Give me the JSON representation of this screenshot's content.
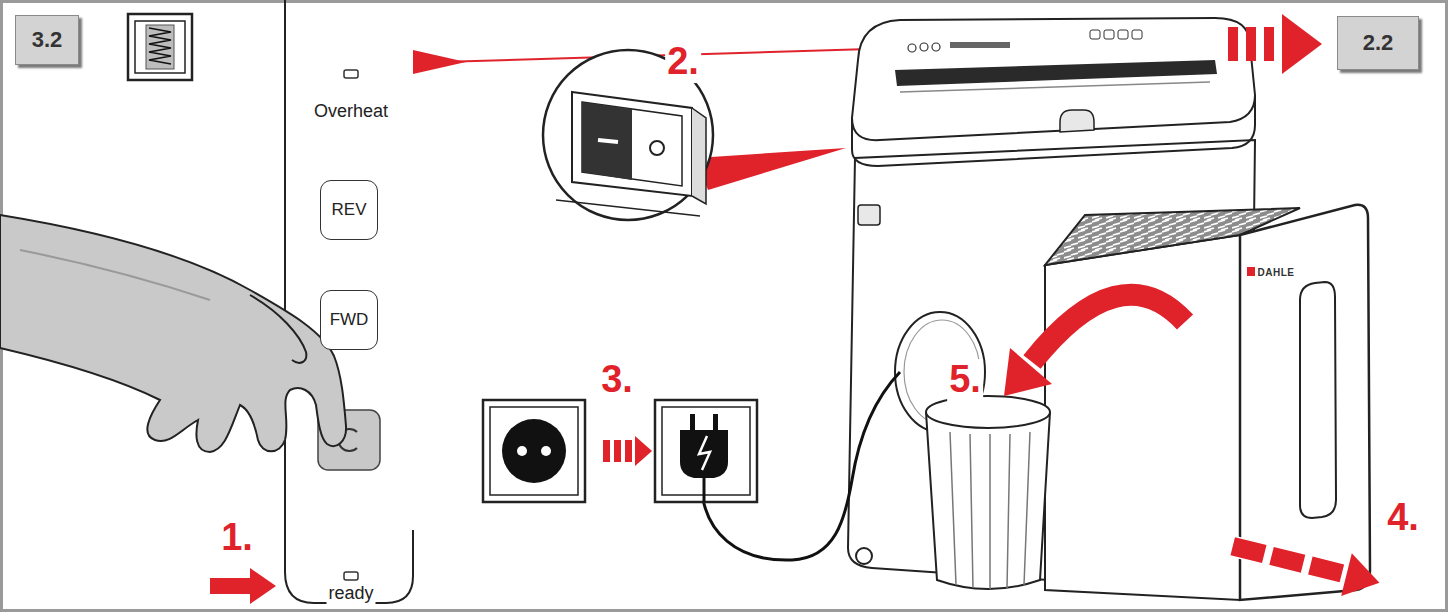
{
  "diagram": {
    "nodes": [
      {
        "text": [
          "3.2"
        ]
      },
      {
        "text": [
          "REV"
        ]
      },
      {
        "text": [
          "FWD"
        ]
      },
      {
        "text": [
          "2.2"
        ]
      }
    ],
    "labels": [
      "Overheat",
      "2.",
      "1.",
      "ready",
      "3.",
      "5.",
      "4.",
      "DAHLE"
    ]
  }
}
